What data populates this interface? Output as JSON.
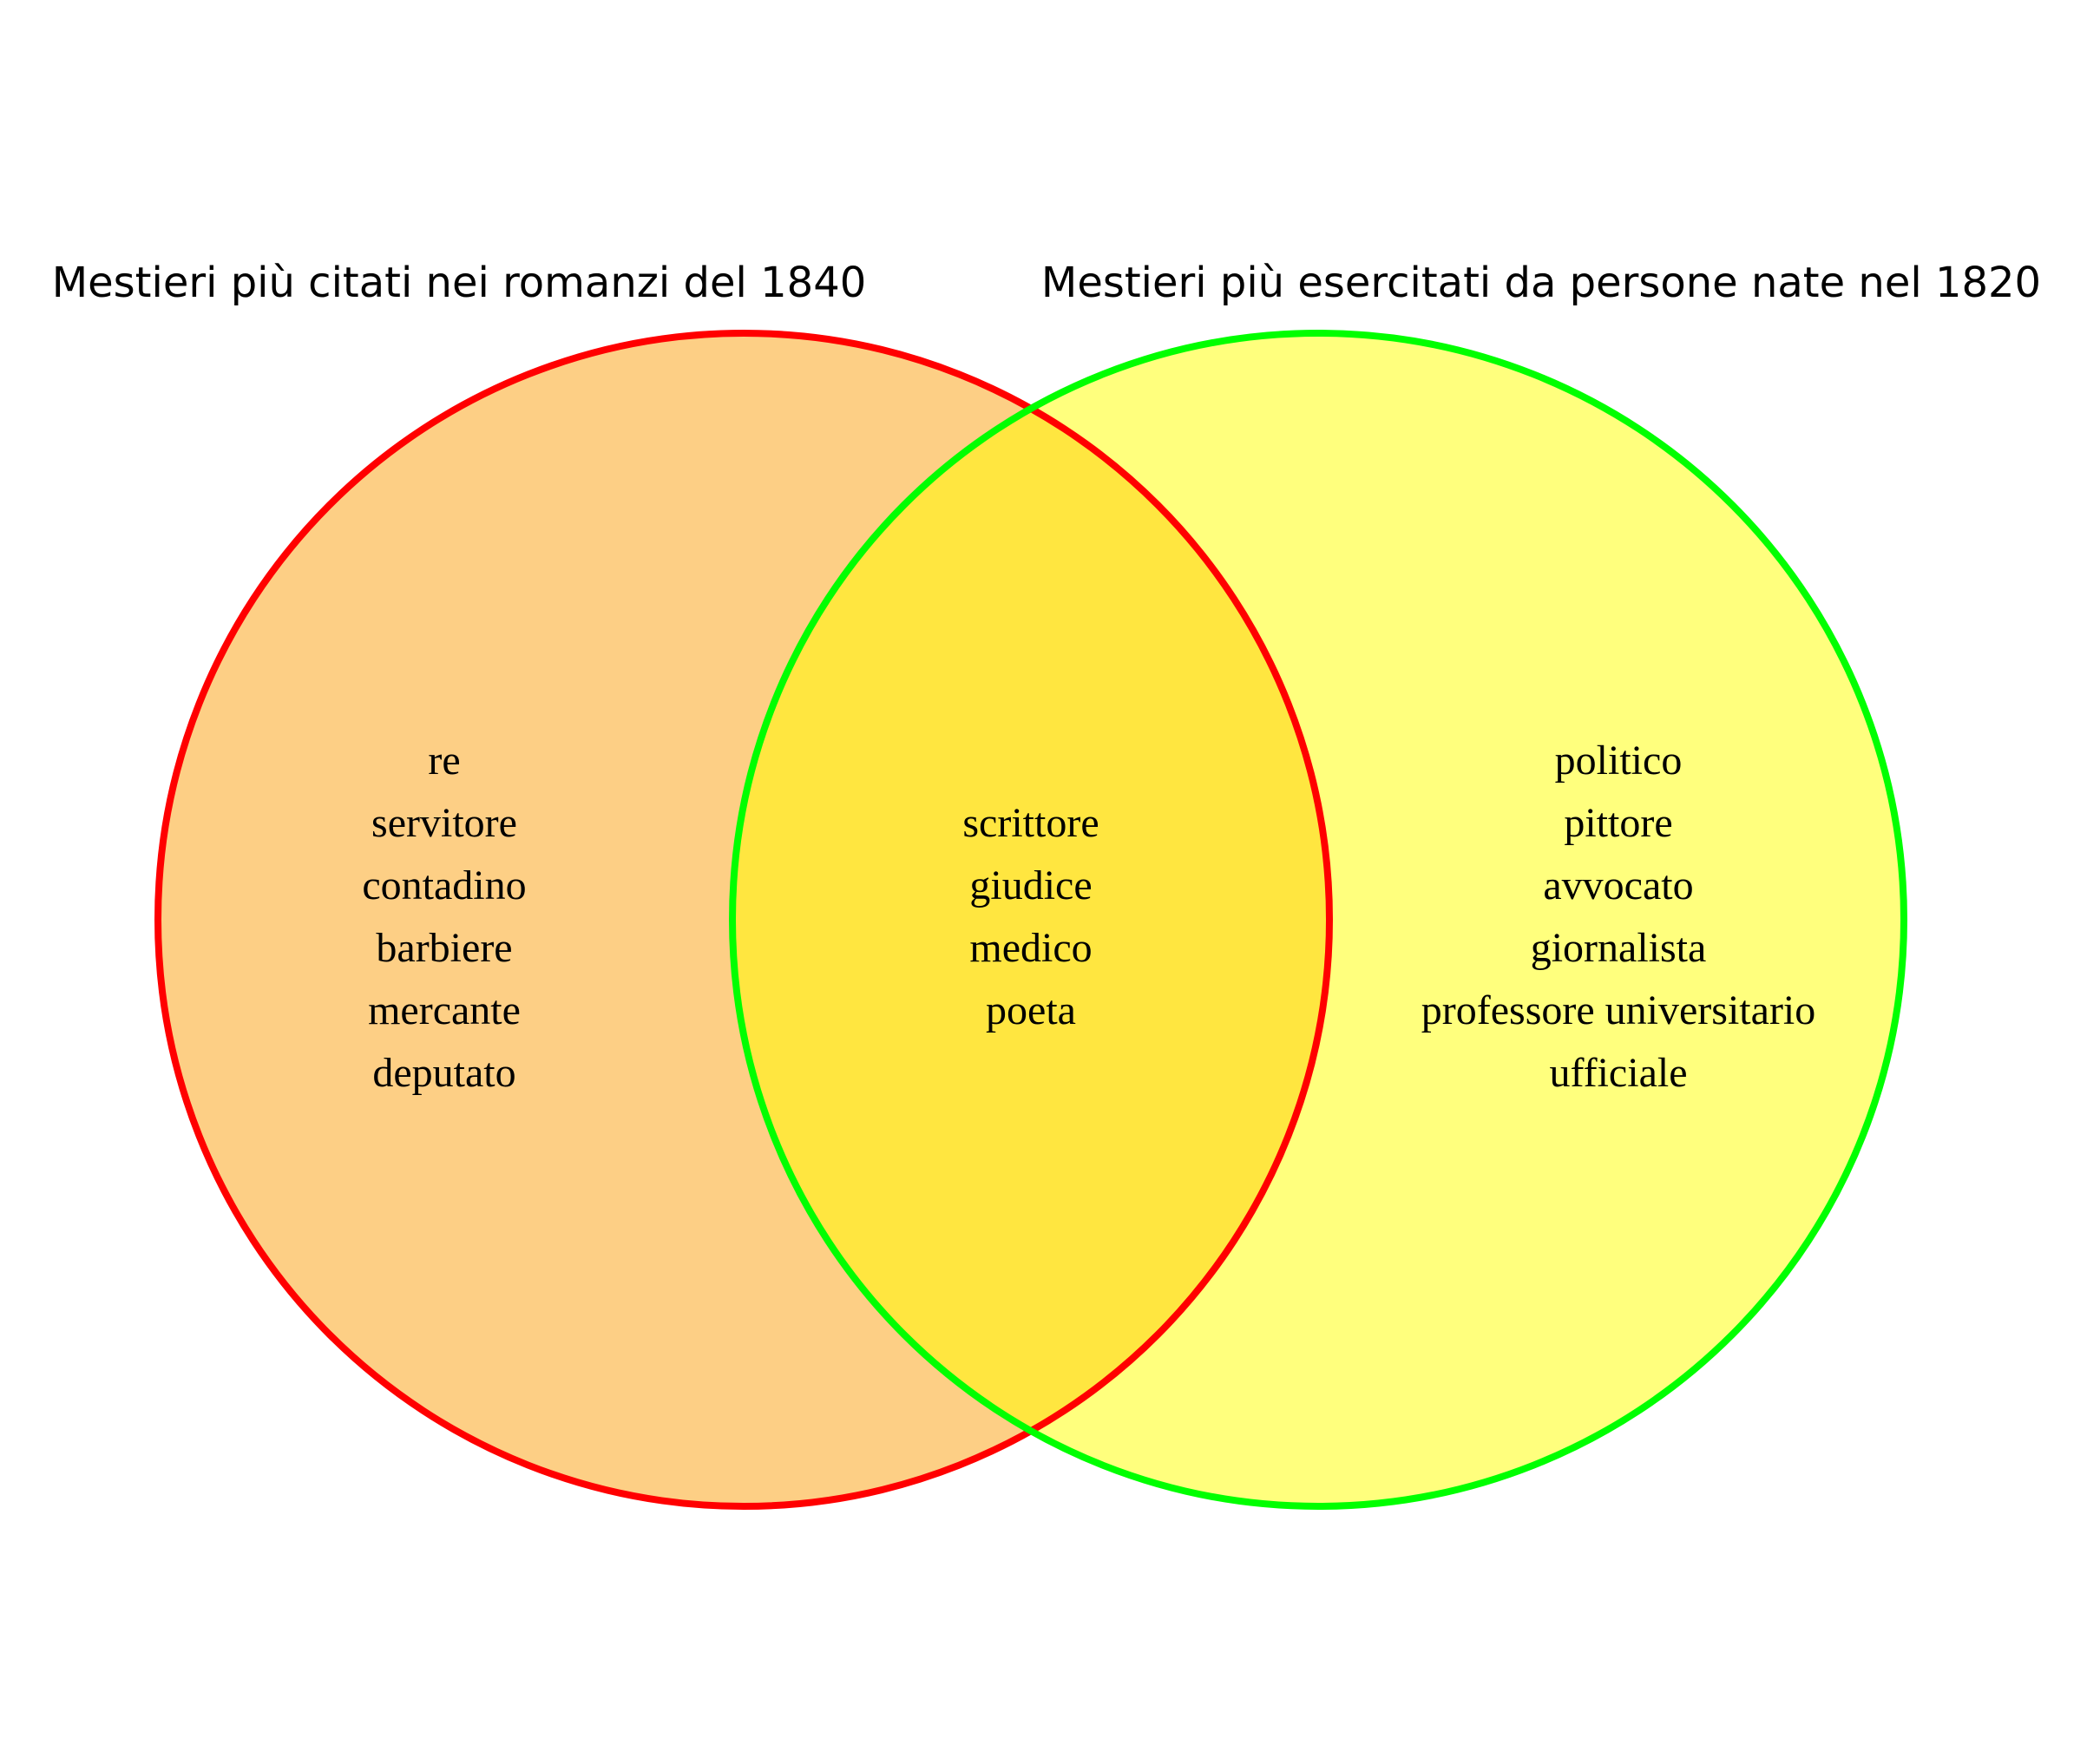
{
  "diagram": {
    "type": "venn",
    "sets": [
      {
        "title": "Mestieri più citati nei romanzi del 1840",
        "fill": "#fdcf85",
        "stroke": "#ff0000",
        "items": [
          "re",
          "servitore",
          "contadino",
          "barbiere",
          "mercante",
          "deputato"
        ]
      },
      {
        "title": "Mestieri più esercitati da persone nate nel 1820",
        "fill": "#ffff7d",
        "stroke": "#00ff00",
        "items": [
          "politico",
          "pittore",
          "avvocato",
          "giornalista",
          "professore universitario",
          "ufficiale"
        ]
      }
    ],
    "intersection": {
      "fill": "#ffe640",
      "items": [
        "scrittore",
        "giudice",
        "medico",
        "poeta"
      ]
    }
  }
}
